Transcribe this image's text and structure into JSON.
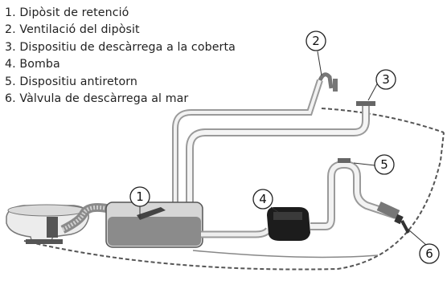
{
  "legend": {
    "items": [
      {
        "number": "1.",
        "label": "Dipòsit de retenció"
      },
      {
        "number": "2.",
        "label": "Ventilació del dipòsit"
      },
      {
        "number": "3.",
        "label": "Dispositiu de descàrrega a la coberta"
      },
      {
        "number": "4.",
        "label": "Bomba"
      },
      {
        "number": "5.",
        "label": "Dispositiu antiretorn"
      },
      {
        "number": "6.",
        "label": "Vàlvula de descàrrega al mar"
      }
    ]
  },
  "callouts": [
    "1",
    "2",
    "3",
    "4",
    "5",
    "6"
  ]
}
